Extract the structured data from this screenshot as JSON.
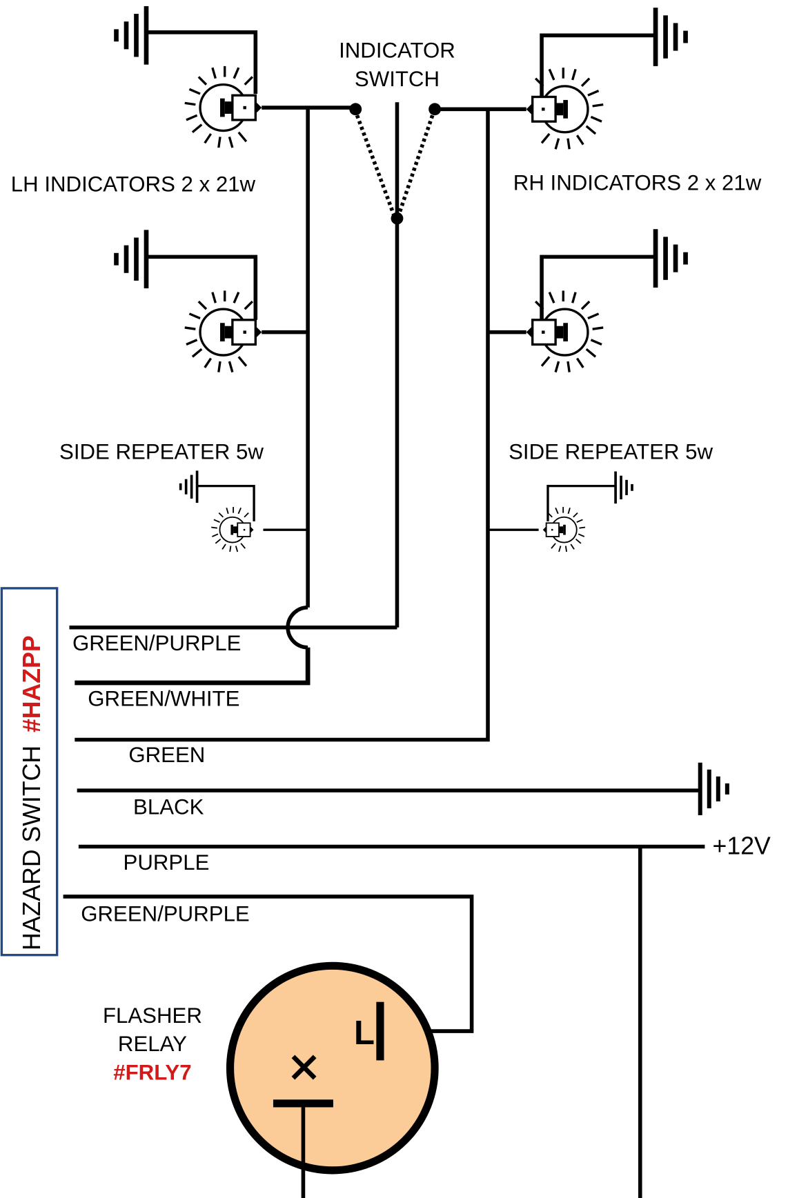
{
  "diagram": {
    "type": "wiring-diagram",
    "indicator_switch": {
      "line1": "INDICATOR",
      "line2": "SWITCH"
    },
    "lh_indicators_label": "LH INDICATORS 2 x 21w",
    "rh_indicators_label": "RH INDICATORS 2 x 21w",
    "lh_side_repeater_label": "SIDE REPEATER 5w",
    "rh_side_repeater_label": "SIDE REPEATER 5w",
    "hazard_switch": {
      "label": "HAZARD SWITCH",
      "code": "#HAZPP"
    },
    "wires": [
      {
        "id": "green-purple-1",
        "label": "GREEN/PURPLE"
      },
      {
        "id": "green-white",
        "label": "GREEN/WHITE"
      },
      {
        "id": "green",
        "label": "GREEN"
      },
      {
        "id": "black",
        "label": "BLACK"
      },
      {
        "id": "purple",
        "label": "PURPLE"
      },
      {
        "id": "green-purple-2",
        "label": "GREEN/PURPLE"
      }
    ],
    "supply_label": "+12V",
    "flasher_relay": {
      "line1": "FLASHER",
      "line2": "RELAY",
      "code": "#FRLY7",
      "terminal_l": "L",
      "terminal_x": "×"
    },
    "colors": {
      "code_red": "#d11a1a",
      "hazard_border": "#1f4a8a",
      "relay_fill": "#fbcb98",
      "wire": "#000000"
    }
  }
}
